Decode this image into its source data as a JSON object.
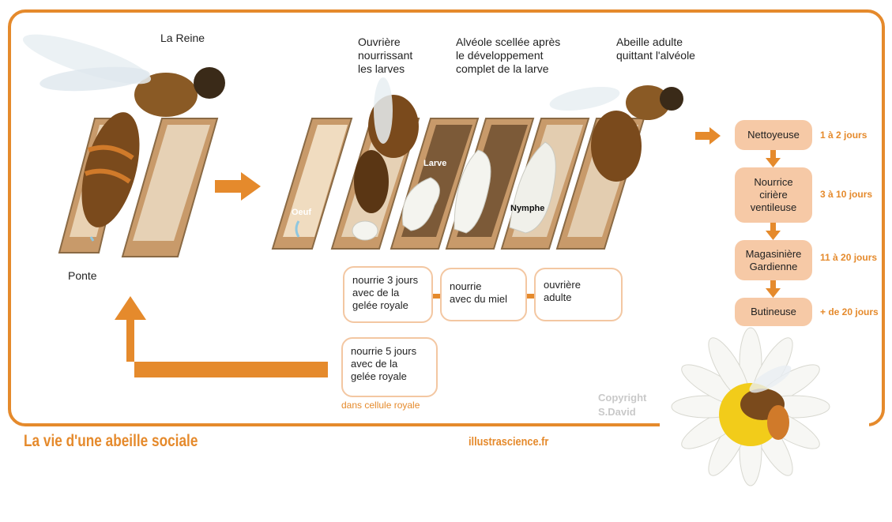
{
  "title": "La vie d'une abeille sociale",
  "website": "illustrascience.fr",
  "copyright": "Copyright\nS.David",
  "stages": {
    "queen": "La Reine",
    "laying": "Ponte",
    "worker_feeding": "Ouvrière\nnourrissant\nles larves",
    "sealed_cell": "Alvéole scellée après\nle développement\ncomplet de la larve",
    "adult_leaving": "Abeille adulte\nquittant l'alvéole"
  },
  "cell_labels": {
    "egg": "Oeuf",
    "larva": "Larve",
    "nymph": "Nymphe"
  },
  "feeding_worker": [
    "nourrie 3 jours\navec de la\ngelée royale",
    "nourrie\navec du miel",
    "ouvrière\nadulte"
  ],
  "feeding_queen": {
    "text": "nourrie 5  jours\navec de la\ngelée royale",
    "note": "dans cellule royale"
  },
  "roles": [
    {
      "name": "Nettoyeuse",
      "days": "1 à 2 jours"
    },
    {
      "name": "Nourrice\ncirière\nventileuse",
      "days": "3 à 10 jours"
    },
    {
      "name": "Magasinière\nGardienne",
      "days": "11 à 20 jours"
    },
    {
      "name": "Butineuse",
      "days": "+ de 20 jours"
    }
  ],
  "colors": {
    "accent": "#e58a2c",
    "role_fill": "#f6c9a6",
    "box_border": "#f3c7a2"
  }
}
